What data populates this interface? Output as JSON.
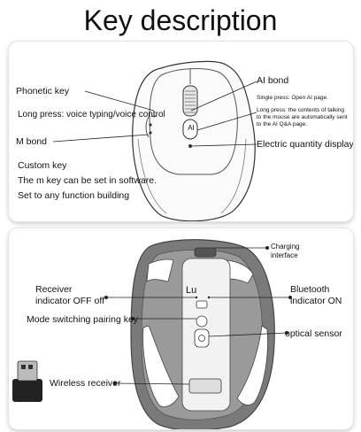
{
  "title": "Key description",
  "top": {
    "ai_bond": "AI bond",
    "ai_single": "Single press: Open AI page.",
    "ai_long": "Long press: the contents of talking to the mouse are automatically sent to the AI Q&A page.",
    "phonetic": "Phonetic key",
    "long_press": "Long press: voice typing/voice control",
    "m_bond": "M bond",
    "electric": "Electric quantity display",
    "custom": "Custom key",
    "custom_l1": "The m key can be set in software.",
    "custom_l2": "Set to any function building",
    "ai_button_text": "AI"
  },
  "bottom": {
    "charging": "Charging\ninterface",
    "receiver_off": "Receiver\nindicator OFF off",
    "bluetooth_on": "Bluetooth\nindicator ON",
    "mode": "Mode switching pairing key",
    "optical": "optical sensor",
    "wireless": "Wireless receiver",
    "lu": "Lu"
  }
}
